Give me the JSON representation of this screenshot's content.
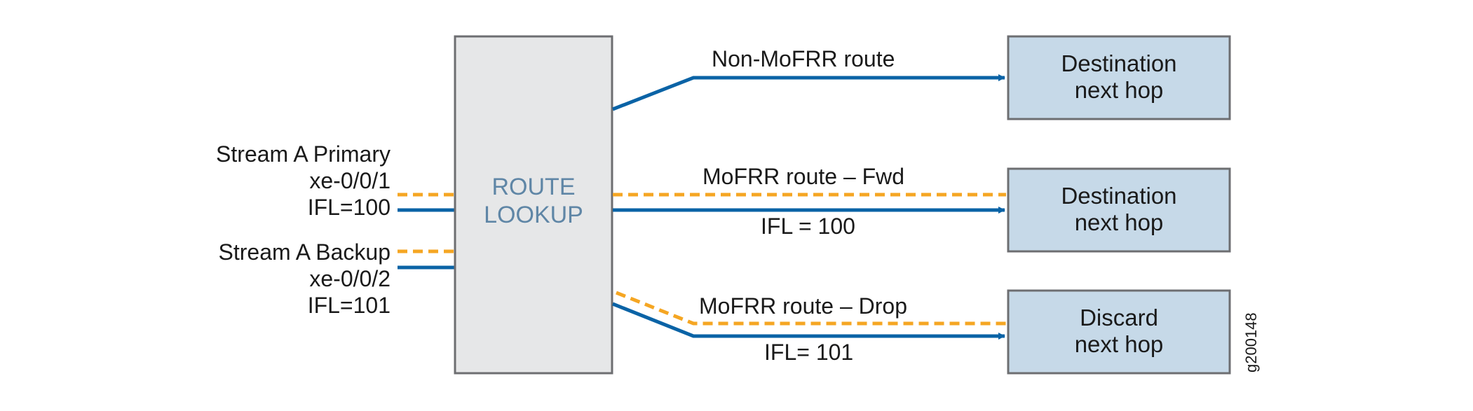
{
  "colors": {
    "primary_line": "#0a63a6",
    "backup_line": "#f5a623",
    "route_lookup_fill": "#e6e7e8",
    "box_border": "#6d6e71",
    "next_hop_fill": "#c6d9e8",
    "route_lookup_text": "#5f86a6",
    "text": "#1a1a1a"
  },
  "route_lookup": {
    "line1": "ROUTE",
    "line2": "LOOKUP"
  },
  "inputs": {
    "stream_a_primary": {
      "title": "Stream A Primary",
      "interface": "xe-0/0/1",
      "ifl": "IFL=100"
    },
    "stream_a_backup": {
      "title": "Stream A Backup",
      "interface": "xe-0/0/2",
      "ifl": "IFL=101"
    }
  },
  "routes": {
    "non_mofrr": {
      "label": "Non-MoFRR route"
    },
    "mofrr_fwd": {
      "label": "MoFRR route – Fwd",
      "ifl": "IFL = 100"
    },
    "mofrr_drop": {
      "label": "MoFRR route – Drop",
      "ifl": "IFL= 101"
    }
  },
  "next_hops": {
    "destination_1": {
      "line1": "Destination",
      "line2": "next hop"
    },
    "destination_2": {
      "line1": "Destination",
      "line2": "next hop"
    },
    "discard": {
      "line1": "Discard",
      "line2": "next hop"
    }
  },
  "figure_id": "g200148"
}
